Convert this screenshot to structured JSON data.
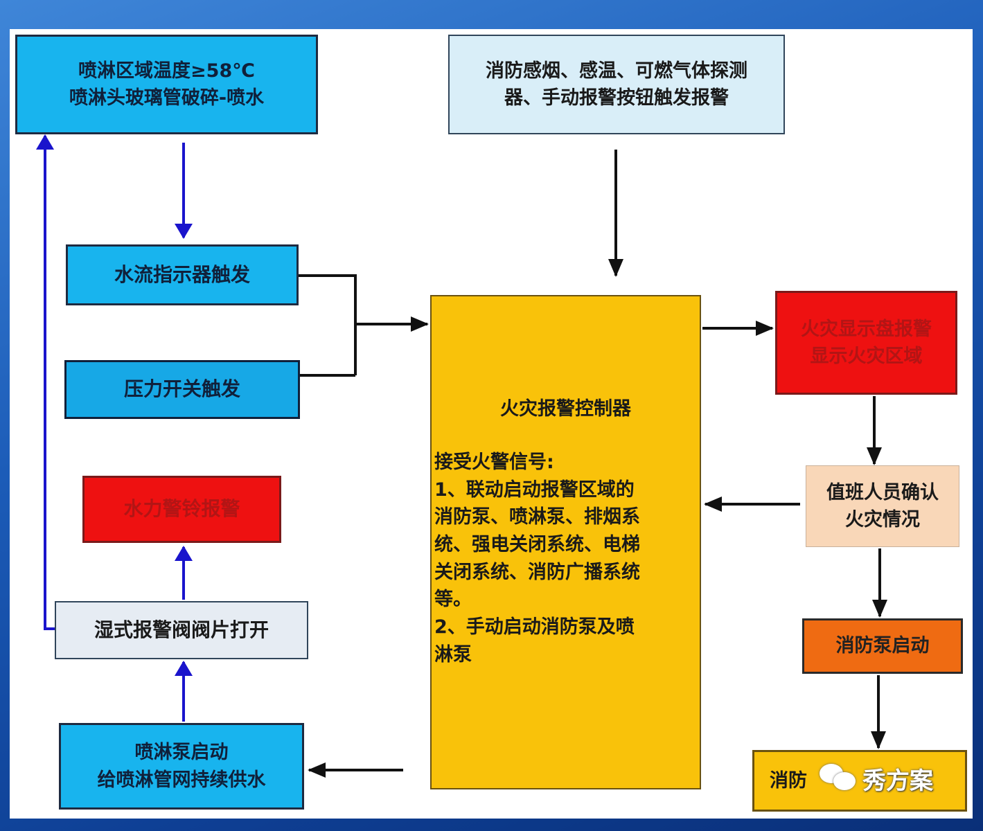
{
  "nodes": {
    "sprinkler_temp": "喷淋区域温度≥58℃\n喷淋头玻璃管破碎-喷水",
    "detectors": "消防感烟、感温、可燃气体探测\n器、手动报警按钮触发报警",
    "water_flow": "水流指示器触发",
    "pressure_switch": "压力开关触发",
    "water_bell": "水力警铃报警",
    "alarm_valve": "湿式报警阀阀片打开",
    "sprinkler_pump": "喷淋泵启动\n给喷淋管网持续供水",
    "fire_display": "火灾显示盘报警\n显示火灾区域",
    "duty_confirm": "值班人员确认\n火灾情况",
    "fire_pump": "消防泵启动",
    "bottom_right": "消防"
  },
  "controller": {
    "title": "火灾报警控制器",
    "lines": [
      "接受火警信号:",
      "1、联动启动报警区域的\n消防泵、喷淋泵、排烟系\n统、强电关闭系统、电梯\n关闭系统、消防广播系统\n等。",
      "2、手动启动消防泵及喷\n淋泵"
    ]
  },
  "watermark": {
    "text": "秀方案",
    "icon": "wechat-icon"
  },
  "colors": {
    "cyan": "#18b4ee",
    "red": "#ee1111",
    "yellow": "#f9c20a",
    "orange": "#ef6b12",
    "peach": "#f9d7b8",
    "arrow_blue": "#1a14cc",
    "arrow_black": "#111111"
  }
}
